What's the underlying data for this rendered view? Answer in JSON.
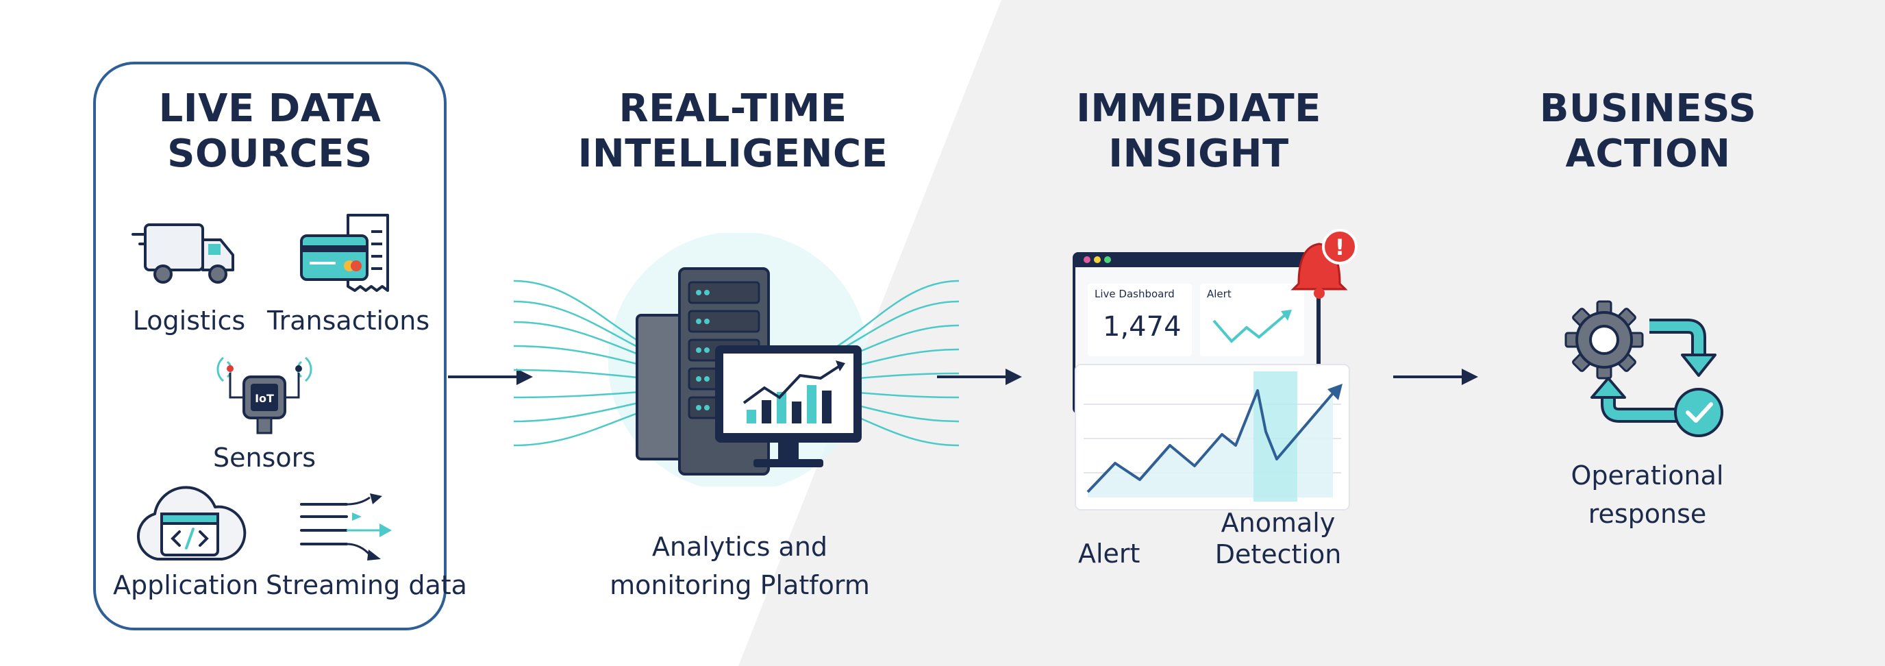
{
  "colors": {
    "navy": "#1b2a4a",
    "teal": "#4cc9c9",
    "panel_border": "#2f5f95",
    "alert_red": "#e53935",
    "background_gray": "#f1f1f2"
  },
  "stages": [
    {
      "title_line1": "LIVE DATA",
      "title_line2": "SOURCES"
    },
    {
      "title_line1": "REAL-TIME",
      "title_line2": "INTELLIGENCE"
    },
    {
      "title_line1": "IMMEDIATE",
      "title_line2": "INSIGHT"
    },
    {
      "title_line1": "BUSINESS",
      "title_line2": "ACTION"
    }
  ],
  "sources": [
    {
      "label": "Logistics",
      "icon": "truck-icon"
    },
    {
      "label": "Transactions",
      "icon": "credit-card-receipt-icon"
    },
    {
      "label": "Sensors",
      "icon": "iot-sensor-icon"
    },
    {
      "label": "Application",
      "icon": "cloud-code-icon"
    },
    {
      "label": "Streaming data",
      "icon": "streaming-arrows-icon"
    }
  ],
  "iot_chip_text": "IoT",
  "platform": {
    "caption_line1": "Analytics and",
    "caption_line2": "monitoring Platform"
  },
  "insight": {
    "dashboard_card_label": "Live Dashboard",
    "dashboard_value": "1,474",
    "alert_card_label": "Alert",
    "alert_badge": "!",
    "caption_alert": "Alert",
    "caption_anomaly_line1": "Anomaly",
    "caption_anomaly_line2": "Detection"
  },
  "action": {
    "caption_line1": "Operational",
    "caption_line2": "response"
  }
}
